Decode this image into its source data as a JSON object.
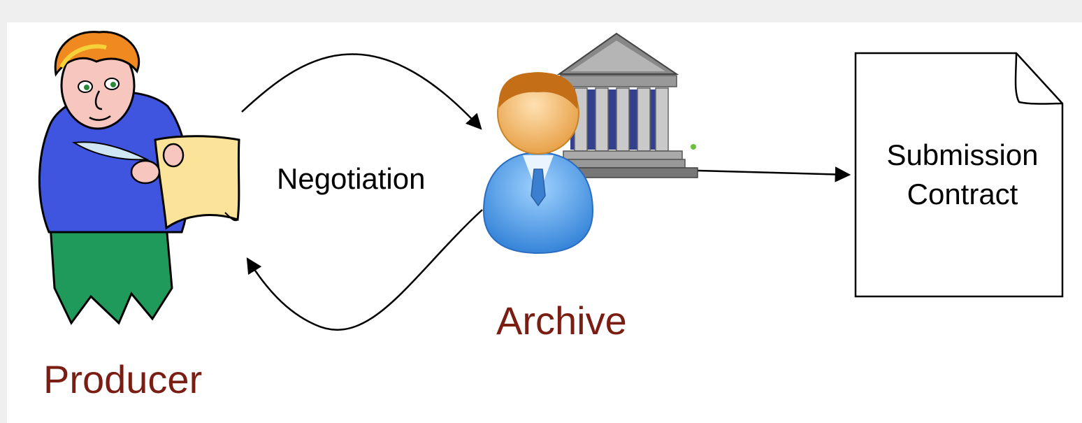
{
  "labels": {
    "producer": "Producer",
    "archive": "Archive",
    "negotiation": "Negotiation",
    "document_line1": "Submission",
    "document_line2": "Contract"
  },
  "colors": {
    "actor_label": "#7a1e14",
    "arrow": "#000000",
    "slide_background": "#ffffff",
    "page_background": "#efefef"
  },
  "icons": {
    "producer": "writer-with-quill-icon",
    "archive_person": "person-icon",
    "archive_building": "museum-building-icon",
    "document": "document-icon"
  }
}
